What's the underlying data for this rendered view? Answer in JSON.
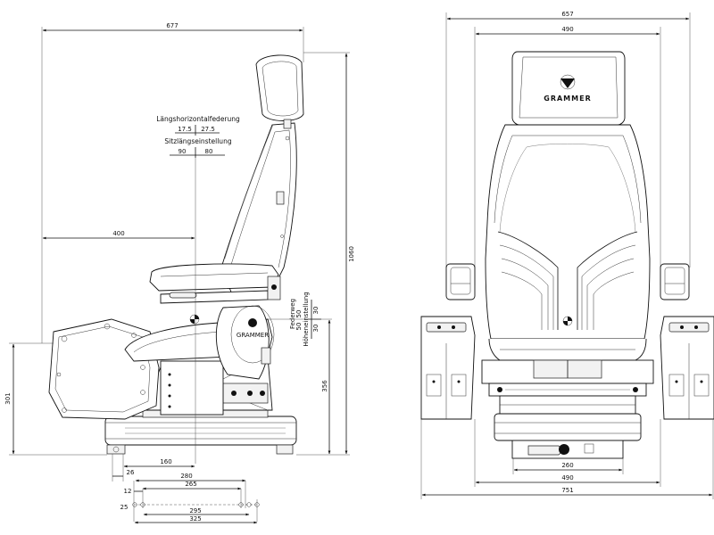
{
  "brand": {
    "text": "GRAMMER"
  },
  "side_view": {
    "width_677": "677",
    "label_horizontal_suspension": "Längshorizontalfederung",
    "horizontal_left": "17.5",
    "horizontal_right": "27.5",
    "label_fore_aft": "Sitzlängseinstellung",
    "fore_aft_left": "90",
    "fore_aft_right": "80",
    "width_400": "400",
    "height_1060": "1060",
    "label_stroke": "Federweg",
    "stroke_a": "50",
    "stroke_b": "50",
    "label_height_adjust": "Höheneinstellung",
    "height_adj_a": "30",
    "height_adj_b": "30",
    "height_301": "301",
    "height_356": "356",
    "base_26": "26",
    "base_160": "160",
    "rail_280": "280",
    "rail_265": "265",
    "hole_12": "12",
    "hole_25": "25",
    "rail_295": "295",
    "rail_325": "325"
  },
  "front_view": {
    "width_657": "657",
    "width_490_top": "490",
    "width_260": "260",
    "width_490_bottom": "490",
    "width_751": "751"
  }
}
